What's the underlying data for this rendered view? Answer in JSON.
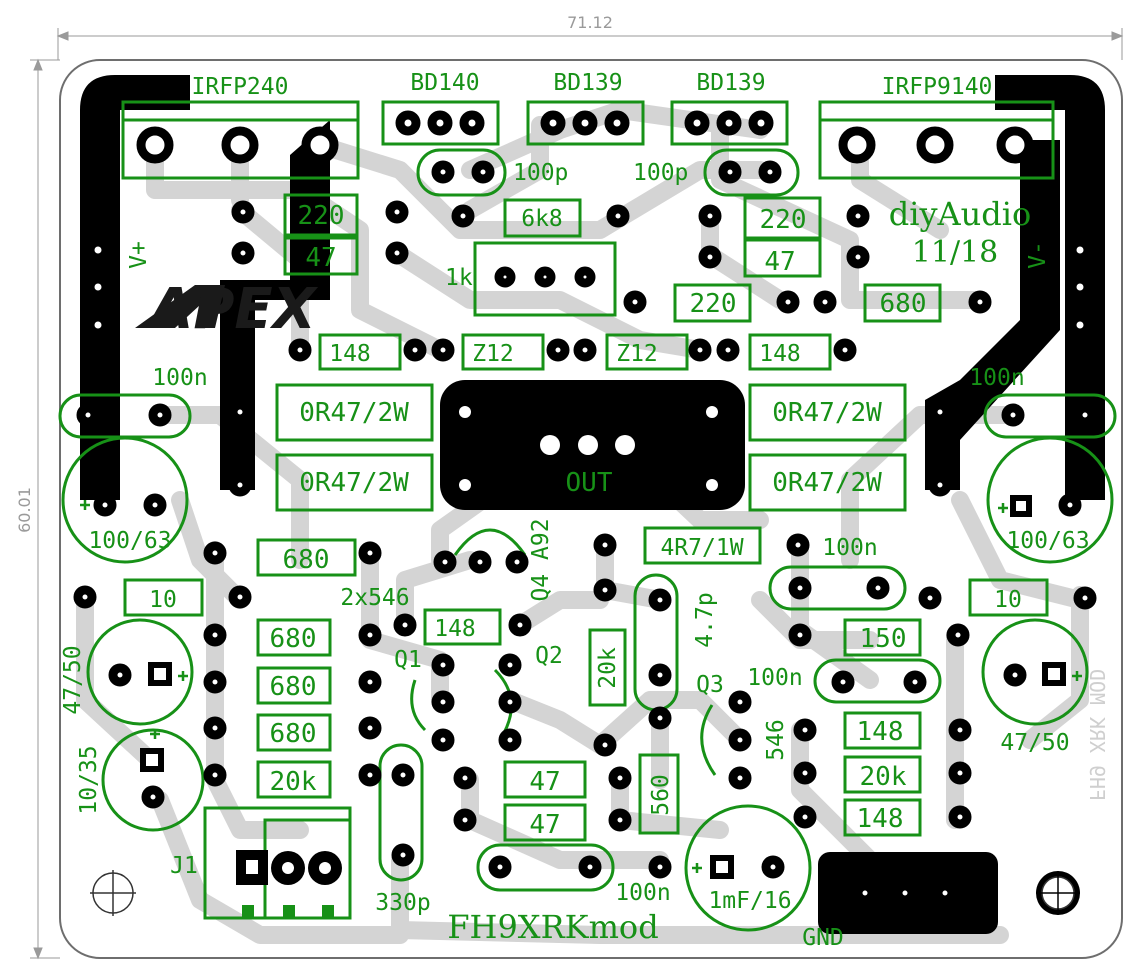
{
  "board": {
    "width_label": "71.12",
    "height_label": "60.01",
    "logo_text": "APEX",
    "diyaudio": "diyAudio",
    "date": "11/18",
    "modname": "FH9XRKmod",
    "modname_mirror": "FH9 XRK MOD"
  },
  "labels": {
    "irfp240": "IRFP240",
    "bd140": "BD140",
    "bd139a": "BD139",
    "bd139b": "BD139",
    "irfp9140": "IRFP9140",
    "vplus": "V+",
    "vminus": "V-",
    "c100p_left": "100p",
    "c100p_right": "100p",
    "r220_tl": "220",
    "r47_tl": "47",
    "r6k8": "6k8",
    "r220_tr": "220",
    "r47_tr": "47",
    "pot1k": "1k",
    "r220_mid": "220",
    "r680_right": "680",
    "r148_a": "148",
    "z12_a": "Z12",
    "z12_b": "Z12",
    "r148_b": "148",
    "c100n_left": "100n",
    "c100n_right": "100n",
    "r0r47_1": "0R47/2W",
    "r0r47_2": "0R47/2W",
    "r0r47_3": "0R47/2W",
    "r0r47_4": "0R47/2W",
    "out": "OUT",
    "c100_63_left": "100/63",
    "c100_63_right": "100/63",
    "q4_a92": "Q4 A92",
    "r4r7": "4R7/1W",
    "c100n_mid": "100n",
    "r680_a": "680",
    "r10_left": "10",
    "r10_right": "10",
    "twox546": "2x546",
    "r148_c": "148",
    "c4p7": "4.7p",
    "r150": "150",
    "c47_50_left": "47/50",
    "c47_50_right": "47/50",
    "q1": "Q1",
    "q2": "Q2",
    "r680_b": "680",
    "r680_c": "680",
    "r680_d": "680",
    "r20k_v": "20k",
    "q3": "Q3",
    "c100n_q3": "100n",
    "q3_546": "546",
    "r148_d": "148",
    "r20k_r": "20k",
    "r148_e": "148",
    "c10_35": "10/35",
    "r20k_l": "20k",
    "r47_a": "47",
    "r47_b": "47",
    "r560": "560",
    "j1": "J1",
    "c330p": "330p",
    "c100n_bottom": "100n",
    "c1mf": "1mF/16",
    "gnd": "GND"
  },
  "colors": {
    "copper_trace": "#d4d4d4",
    "copper_pour": "#000000",
    "silkscreen": "#179117",
    "board_outline": "#6e6e6e",
    "dimension": "#9a9a9a"
  }
}
